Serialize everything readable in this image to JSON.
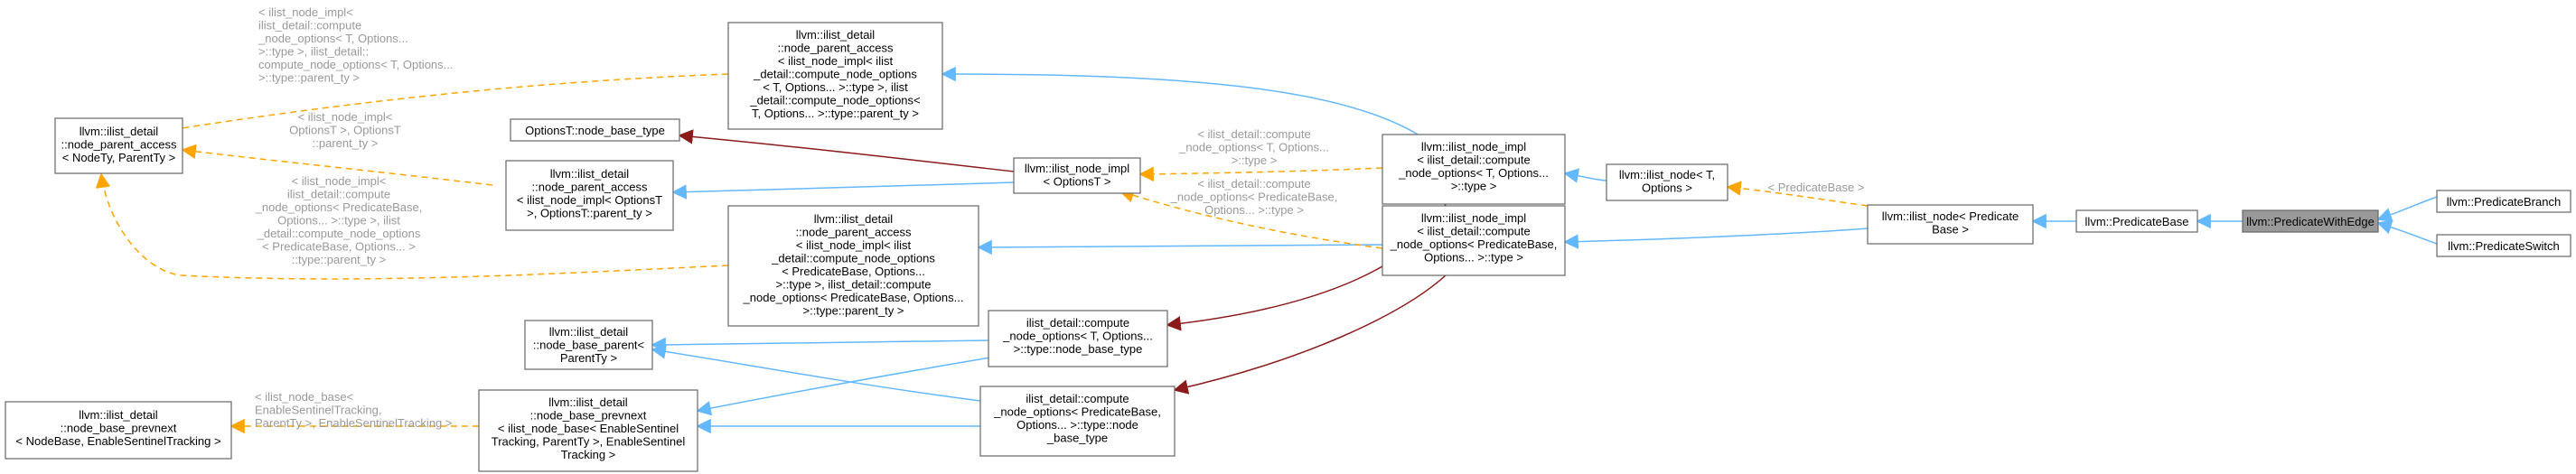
{
  "nodes": {
    "n_npa_nodety": [
      "llvm::ilist_detail",
      "::node_parent_access",
      "< NodeTy, ParentTy >"
    ],
    "n_npa_impl_ct": [
      "llvm::ilist_detail",
      "::node_parent_access",
      "< ilist_node_impl< ilist",
      "_detail::compute_node_options",
      "< T, Options... >::type >, ilist",
      "_detail::compute_node_options<",
      "T, Options... >::type::parent_ty >"
    ],
    "n_optionsT_nbt": [
      "OptionsT::node_base_type"
    ],
    "n_npa_impl_opt": [
      "llvm::ilist_detail",
      "::node_parent_access",
      "< ilist_node_impl< OptionsT",
      ">, OptionsT::parent_ty >"
    ],
    "n_node_impl_opt": [
      "llvm::ilist_node_impl",
      "< OptionsT >"
    ],
    "n_npa_impl_pb": [
      "llvm::ilist_detail",
      "::node_parent_access",
      "< ilist_node_impl< ilist",
      "_detail::compute_node_options",
      "< PredicateBase, Options...",
      ">::type >, ilist_detail::compute",
      "_node_options< PredicateBase, Options...",
      ">::type::parent_ty >"
    ],
    "n_nbp": [
      "llvm::ilist_detail",
      "::node_base_parent<",
      "ParentTy >"
    ],
    "n_nbprev_nodebase": [
      "llvm::ilist_detail",
      "::node_base_prevnext",
      "< NodeBase, EnableSentinelTracking >"
    ],
    "n_nbprev_ilist": [
      "llvm::ilist_detail",
      "::node_base_prevnext",
      "< ilist_node_base< EnableSentinel",
      "Tracking, ParentTy >, EnableSentinel",
      "Tracking >"
    ],
    "n_cno_T": [
      "ilist_detail::compute",
      "_node_options< T, Options...",
      ">::type::node_base_type"
    ],
    "n_cno_pb": [
      "ilist_detail::compute",
      "_node_options< PredicateBase,",
      "Options... >::type::node",
      "_base_type"
    ],
    "n_node_impl_T": [
      "llvm::ilist_node_impl",
      "< ilist_detail::compute",
      "_node_options< T, Options...",
      ">::type >"
    ],
    "n_node_impl_pb": [
      "llvm::ilist_node_impl",
      "< ilist_detail::compute",
      "_node_options< PredicateBase,",
      "Options... >::type >"
    ],
    "n_ilist_node_T": [
      "llvm::ilist_node< T,",
      "Options >"
    ],
    "n_ilist_node_pb": [
      "llvm::ilist_node< Predicate",
      "Base >"
    ],
    "n_predbase": [
      "llvm::PredicateBase"
    ],
    "n_pwe": [
      "llvm::PredicateWithEdge"
    ],
    "n_branch": [
      "llvm::PredicateBranch"
    ],
    "n_switch": [
      "llvm::PredicateSwitch"
    ]
  },
  "edge_labels": {
    "l_top": [
      "< ilist_node_impl<",
      "ilist_detail::compute",
      "_node_options< T, Options...",
      ">::type >, ilist_detail::",
      "compute_node_options< T, Options...",
      ">::type::parent_ty >"
    ],
    "l_mid": [
      "< ilist_node_impl<",
      "OptionsT >, OptionsT",
      "::parent_ty >"
    ],
    "l_low": [
      "< ilist_node_impl<",
      "ilist_detail::compute",
      "_node_options< PredicateBase,",
      "Options... >::type >, ilist",
      "_detail::compute_node_options",
      "< PredicateBase, Options... >",
      "::type::parent_ty >"
    ],
    "l_opt_T": [
      "< ilist_detail::compute",
      "_node_options< T, Options...",
      ">::type >"
    ],
    "l_opt_pb": [
      "< ilist_detail::compute",
      "_node_options< PredicateBase,",
      "Options... >::type >"
    ],
    "l_predbase": [
      "< PredicateBase >"
    ],
    "l_nbase": [
      "< ilist_node_base<",
      "EnableSentinelTracking,",
      "ParentTy >, EnableSentinelTracking >"
    ]
  },
  "colors": {
    "public_inheritance": "#63b8ff",
    "template_instance": "#ffa500",
    "private_inheritance": "#8b1a1a",
    "highlight_fill": "#999999"
  }
}
